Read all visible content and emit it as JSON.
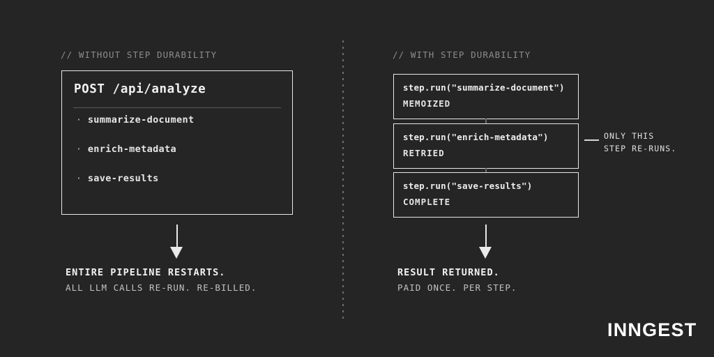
{
  "background_color": "#252525",
  "left_panel": {
    "comment": "// WITHOUT STEP DURABILITY",
    "request": {
      "method_line": "POST /api/analyze",
      "steps": [
        {
          "bullet": "·",
          "label": "summarize-document"
        },
        {
          "bullet": "·",
          "label": "enrich-metadata"
        },
        {
          "bullet": "·",
          "label": "save-results"
        }
      ]
    },
    "outcome": {
      "headline": "ENTIRE PIPELINE RESTARTS.",
      "subline": "ALL LLM CALLS RE-RUN. RE-BILLED."
    }
  },
  "right_panel": {
    "comment": "// WITH STEP DURABILITY",
    "steps": [
      {
        "call": "step.run(\"summarize-document\")",
        "status": "MEMOIZED"
      },
      {
        "call": "step.run(\"enrich-metadata\")",
        "status": "RETRIED"
      },
      {
        "call": "step.run(\"save-results\")",
        "status": "COMPLETE"
      }
    ],
    "callout": {
      "line1": "ONLY THIS",
      "line2": "STEP RE-RUNS."
    },
    "outcome": {
      "headline": "RESULT RETURNED.",
      "subline": "PAID ONCE. PER STEP."
    }
  },
  "brand": {
    "logo_text": "INNGEST"
  }
}
